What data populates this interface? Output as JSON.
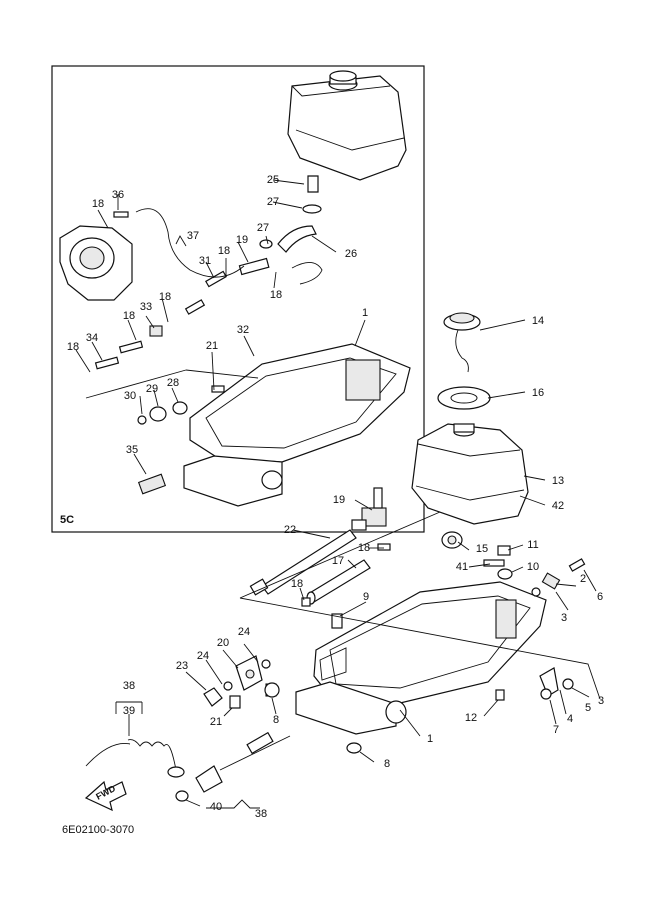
{
  "diagram": {
    "drawing_code": "6E02100-3070",
    "inset_label": "5C",
    "arrow_label": "FWD",
    "callouts": [
      {
        "id": "c-1a",
        "text": "1"
      },
      {
        "id": "c-36",
        "text": "36"
      },
      {
        "id": "c-18a",
        "text": "18"
      },
      {
        "id": "c-25",
        "text": "25"
      },
      {
        "id": "c-27a",
        "text": "27"
      },
      {
        "id": "c-27b",
        "text": "27"
      },
      {
        "id": "c-26",
        "text": "26"
      },
      {
        "id": "c-37",
        "text": "37"
      },
      {
        "id": "c-19a",
        "text": "19"
      },
      {
        "id": "c-18b",
        "text": "18"
      },
      {
        "id": "c-31",
        "text": "31"
      },
      {
        "id": "c-18c",
        "text": "18"
      },
      {
        "id": "c-33",
        "text": "33"
      },
      {
        "id": "c-18d",
        "text": "18"
      },
      {
        "id": "c-18e",
        "text": "18"
      },
      {
        "id": "c-34",
        "text": "34"
      },
      {
        "id": "c-18f",
        "text": "18"
      },
      {
        "id": "c-32",
        "text": "32"
      },
      {
        "id": "c-21a",
        "text": "21"
      },
      {
        "id": "c-29",
        "text": "29"
      },
      {
        "id": "c-28",
        "text": "28"
      },
      {
        "id": "c-30",
        "text": "30"
      },
      {
        "id": "c-35",
        "text": "35"
      },
      {
        "id": "c-14",
        "text": "14"
      },
      {
        "id": "c-16",
        "text": "16"
      },
      {
        "id": "c-13",
        "text": "13"
      },
      {
        "id": "c-42",
        "text": "42"
      },
      {
        "id": "c-19b",
        "text": "19"
      },
      {
        "id": "c-22",
        "text": "22"
      },
      {
        "id": "c-18g",
        "text": "18"
      },
      {
        "id": "c-17",
        "text": "17"
      },
      {
        "id": "c-18h",
        "text": "18"
      },
      {
        "id": "c-15",
        "text": "15"
      },
      {
        "id": "c-11",
        "text": "11"
      },
      {
        "id": "c-41",
        "text": "41"
      },
      {
        "id": "c-10",
        "text": "10"
      },
      {
        "id": "c-2",
        "text": "2"
      },
      {
        "id": "c-6",
        "text": "6"
      },
      {
        "id": "c-3a",
        "text": "3"
      },
      {
        "id": "c-9",
        "text": "9"
      },
      {
        "id": "c-24a",
        "text": "24"
      },
      {
        "id": "c-20",
        "text": "20"
      },
      {
        "id": "c-24b",
        "text": "24"
      },
      {
        "id": "c-23",
        "text": "23"
      },
      {
        "id": "c-38a",
        "text": "38"
      },
      {
        "id": "c-39",
        "text": "39"
      },
      {
        "id": "c-21b",
        "text": "21"
      },
      {
        "id": "c-8a",
        "text": "8"
      },
      {
        "id": "c-1b",
        "text": "1"
      },
      {
        "id": "c-12",
        "text": "12"
      },
      {
        "id": "c-7",
        "text": "7"
      },
      {
        "id": "c-4",
        "text": "4"
      },
      {
        "id": "c-5",
        "text": "5"
      },
      {
        "id": "c-3b",
        "text": "3"
      },
      {
        "id": "c-8b",
        "text": "8"
      },
      {
        "id": "c-40",
        "text": "40"
      },
      {
        "id": "c-38b",
        "text": "38"
      }
    ]
  }
}
